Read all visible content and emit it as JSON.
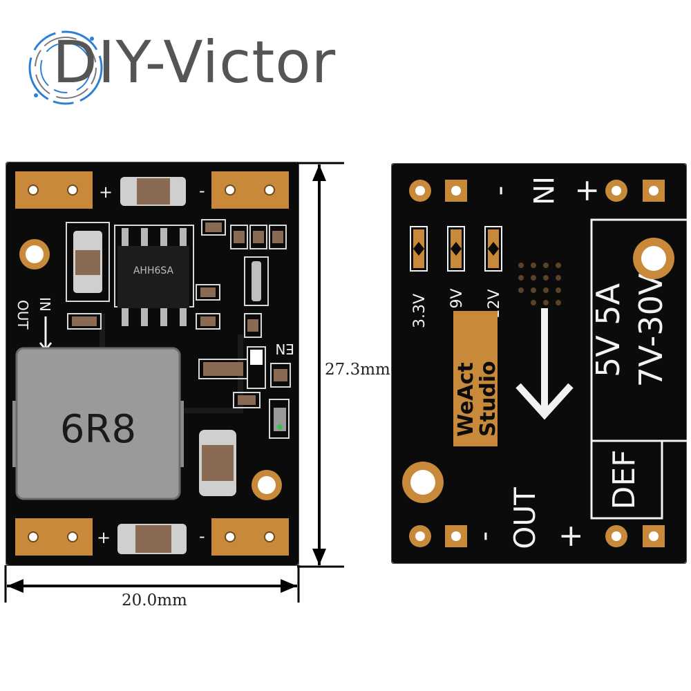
{
  "watermark": {
    "logo_text": "DIY-Victor",
    "logo_colors": {
      "text": "#555555",
      "ring_blue": "#2c7fd6",
      "ring_gray": "#7a7a7a"
    }
  },
  "dimensions": {
    "height_label": "27.3mm",
    "width_label": "20.0mm"
  },
  "front_board": {
    "ic_marking": "AHH6SA",
    "inductor_marking": "6R8",
    "silkscreen": {
      "in": "IN",
      "out": "OUT",
      "en": "EN",
      "plus_top": "+",
      "minus_top": "-",
      "plus_bottom": "+",
      "minus_bottom": "-"
    }
  },
  "back_board": {
    "silkscreen": {
      "in": "IN",
      "out": "OUT",
      "plus_in": "+",
      "minus_in": "-",
      "plus_out": "+",
      "minus_out": "-",
      "v33": "3.3V",
      "v9": "9V",
      "v12": "12V",
      "brand_line1": "WeAct",
      "brand_line2": "Studio",
      "spec_out": "5V 5A",
      "spec_in": "7V-30V",
      "def": "DEF"
    }
  },
  "colors": {
    "pcb": "#0b0b0c",
    "gold": "#c8893a",
    "silk": "#f2f2f2",
    "inductor": "#9b9a98"
  }
}
